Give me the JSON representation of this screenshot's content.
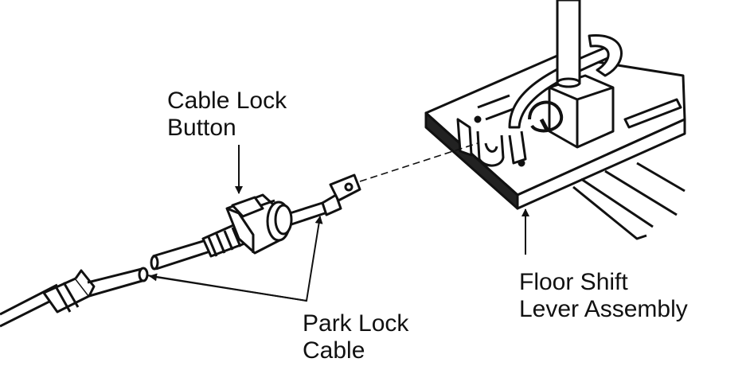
{
  "labels": {
    "cable_lock_button": {
      "line1": "Cable Lock",
      "line2": "Button"
    },
    "floor_shift_lever_assembly": {
      "line1": "Floor Shift",
      "line2": "Lever Assembly"
    },
    "park_lock_cable": {
      "line1": "Park Lock",
      "line2": "Cable"
    }
  },
  "colors": {
    "ink": "#111111",
    "paper": "#ffffff"
  }
}
